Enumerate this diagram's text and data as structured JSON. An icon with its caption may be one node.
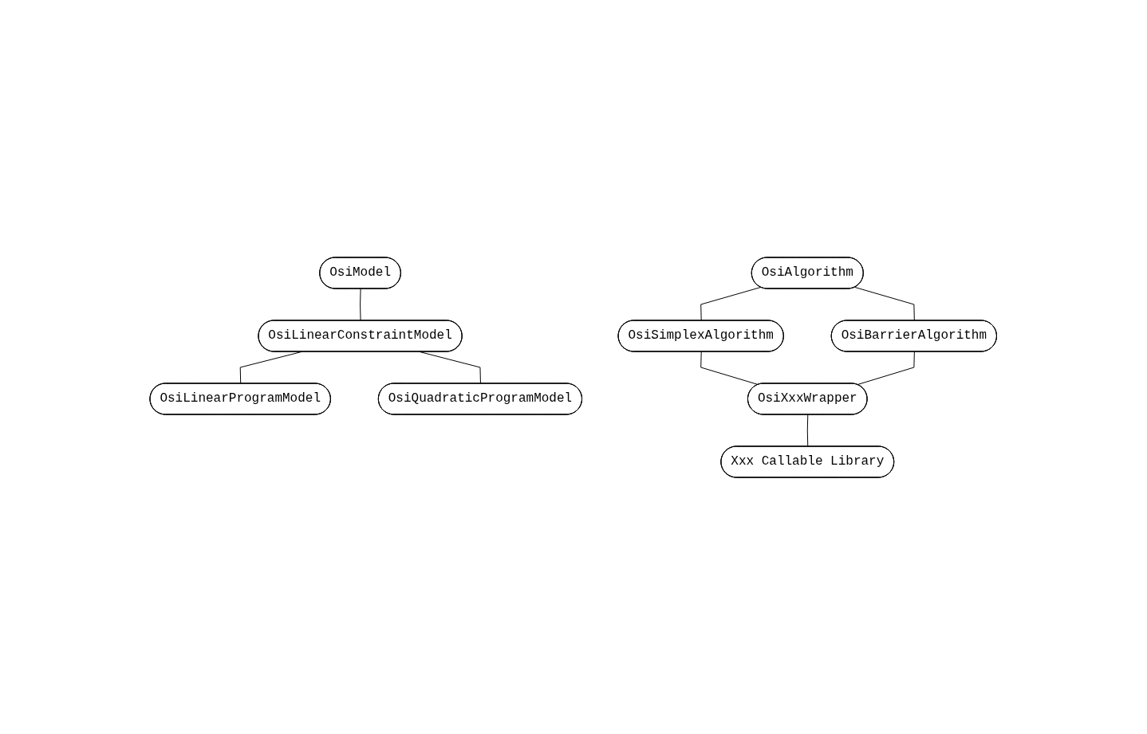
{
  "diagram": {
    "nodes": [
      {
        "text": [
          "OsiModel"
        ]
      },
      {
        "text": [
          "OsiLinearConstraintModel"
        ]
      },
      {
        "text": [
          "OsiLinearProgramModel"
        ]
      },
      {
        "text": [
          "OsiQuadraticProgramModel"
        ]
      },
      {
        "text": [
          "OsiAlgorithm"
        ]
      },
      {
        "text": [
          "OsiSimplexAlgorithm"
        ]
      },
      {
        "text": [
          "OsiBarrierAlgorithm"
        ]
      },
      {
        "text": [
          "OsiXxxWrapper"
        ]
      },
      {
        "text": [
          "Xxx Callable Library"
        ]
      }
    ],
    "edges": [
      {
        "from": 0,
        "to": 1,
        "arrow": "none"
      },
      {
        "from": 1,
        "to": 2,
        "arrow": "none"
      },
      {
        "from": 1,
        "to": 3,
        "arrow": "none"
      },
      {
        "from": 4,
        "to": 5,
        "arrow": "none"
      },
      {
        "from": 4,
        "to": 6,
        "arrow": "none"
      },
      {
        "from": 5,
        "to": 7,
        "arrow": "none"
      },
      {
        "from": 6,
        "to": 7,
        "arrow": "none"
      },
      {
        "from": 7,
        "to": 8,
        "arrow": "none"
      }
    ]
  }
}
